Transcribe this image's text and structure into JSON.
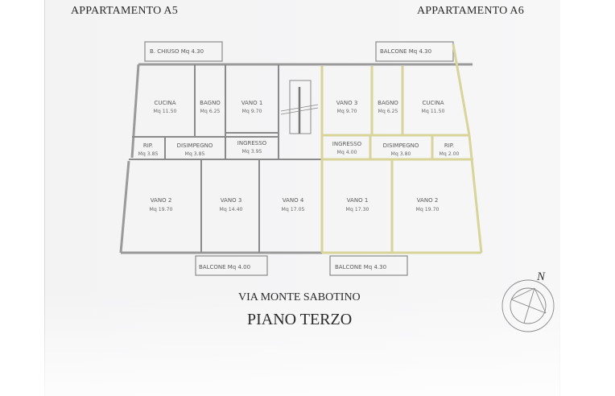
{
  "titles": {
    "apt_left": "APPARTAMENTO A5",
    "apt_right": "APPARTAMENTO A6",
    "street": "VIA MONTE SABOTINO",
    "floor": "PIANO TERZO",
    "north": "N"
  },
  "colors": {
    "wall": "#8a8a8a",
    "wall_highlight": "#d8d49a",
    "text": "#5a5a5a"
  },
  "balconies": {
    "a5_top": "B. CHIUSO Mq 4.30",
    "a6_top": "BALCONE Mq 4.30",
    "a5_bottom": "BALCONE Mq 4.00",
    "a6_bottom": "BALCONE Mq 4.30"
  },
  "rooms": {
    "a5": [
      {
        "name": "CUCINA",
        "area": "Mq 11.50"
      },
      {
        "name": "BAGNO",
        "area": "Mq 6.25"
      },
      {
        "name": "VANO 1",
        "area": "Mq 9.70"
      },
      {
        "name": "RIP.",
        "area": "Mq 3.85"
      },
      {
        "name": "DISIMPEGNO",
        "area": "Mq 3.85"
      },
      {
        "name": "INGRESSO",
        "area": "Mq 3.95"
      },
      {
        "name": "VANO 2",
        "area": "Mq 19.70"
      },
      {
        "name": "VANO 3",
        "area": "Mq 14.40"
      },
      {
        "name": "VANO 4",
        "area": "Mq 17.05"
      }
    ],
    "a6": [
      {
        "name": "VANO 3",
        "area": "Mq 9.70"
      },
      {
        "name": "BAGNO",
        "area": "Mq 6.25"
      },
      {
        "name": "CUCINA",
        "area": "Mq 11.50"
      },
      {
        "name": "INGRESSO",
        "area": "Mq 4.00"
      },
      {
        "name": "DISIMPEGNO",
        "area": "Mq 3.80"
      },
      {
        "name": "RIP.",
        "area": "Mq 2.00"
      },
      {
        "name": "VANO 1",
        "area": "Mq 17.30"
      },
      {
        "name": "VANO 2",
        "area": "Mq 19.70"
      }
    ]
  }
}
